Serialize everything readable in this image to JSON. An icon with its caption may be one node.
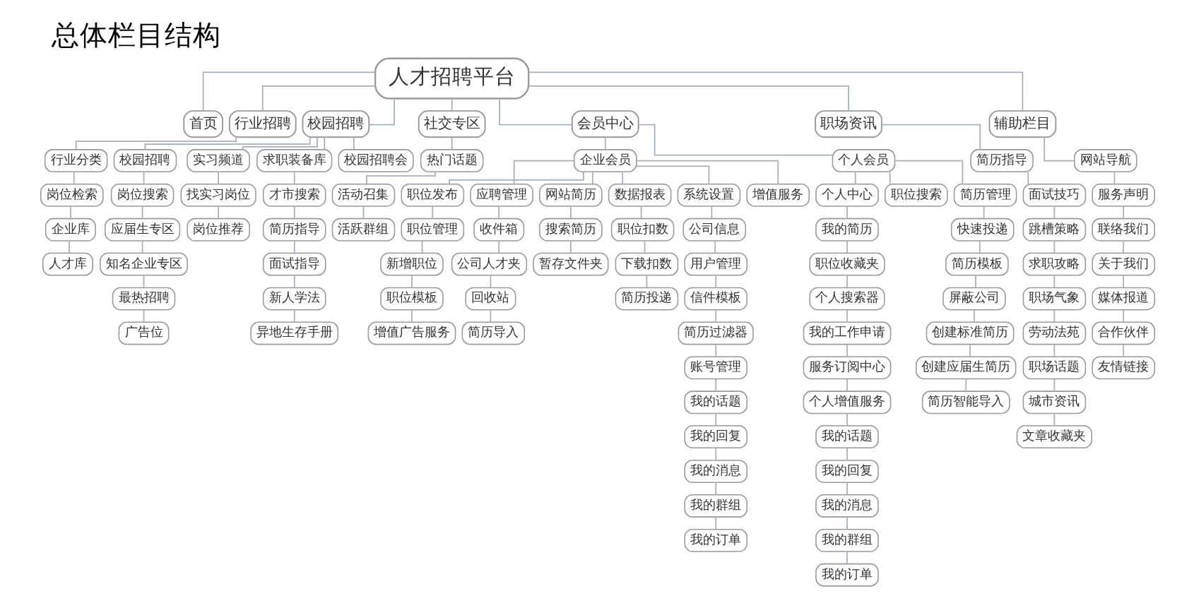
{
  "diagram": {
    "title": "总体栏目结构",
    "nodes": [
      {
        "text": [
          "人才招聘平台"
        ]
      },
      {
        "text": [
          "首页"
        ]
      },
      {
        "text": [
          "行业招聘"
        ]
      },
      {
        "text": [
          "行业分类"
        ]
      },
      {
        "text": [
          "岗位检索"
        ]
      },
      {
        "text": [
          "企业库"
        ]
      },
      {
        "text": [
          "人才库"
        ]
      },
      {
        "text": [
          "校园招聘"
        ]
      },
      {
        "text": [
          "校园招聘"
        ]
      },
      {
        "text": [
          "岗位搜索"
        ]
      },
      {
        "text": [
          "应届生专区"
        ]
      },
      {
        "text": [
          "知名企业专区"
        ]
      },
      {
        "text": [
          "最热招聘"
        ]
      },
      {
        "text": [
          "广告位"
        ]
      },
      {
        "text": [
          "实习频道"
        ]
      },
      {
        "text": [
          "找实习岗位"
        ]
      },
      {
        "text": [
          "岗位推荐"
        ]
      },
      {
        "text": [
          "求职装备库"
        ]
      },
      {
        "text": [
          "才市搜索"
        ]
      },
      {
        "text": [
          "简历指导"
        ]
      },
      {
        "text": [
          "面试指导"
        ]
      },
      {
        "text": [
          "新人学法"
        ]
      },
      {
        "text": [
          "异地生存手册"
        ]
      },
      {
        "text": [
          "校园招聘会"
        ]
      },
      {
        "text": [
          "社交专区"
        ]
      },
      {
        "text": [
          "热门话题"
        ]
      },
      {
        "text": [
          "活动召集"
        ]
      },
      {
        "text": [
          "活跃群组"
        ]
      },
      {
        "text": [
          "会员中心"
        ]
      },
      {
        "text": [
          "企业会员"
        ]
      },
      {
        "text": [
          "职位发布"
        ]
      },
      {
        "text": [
          "职位管理"
        ]
      },
      {
        "text": [
          "新增职位"
        ]
      },
      {
        "text": [
          "职位模板"
        ]
      },
      {
        "text": [
          "增值广告服务"
        ]
      },
      {
        "text": [
          "应聘管理"
        ]
      },
      {
        "text": [
          "收件箱"
        ]
      },
      {
        "text": [
          "公司人才夹"
        ]
      },
      {
        "text": [
          "回收站"
        ]
      },
      {
        "text": [
          "简历导入"
        ]
      },
      {
        "text": [
          "网站简历"
        ]
      },
      {
        "text": [
          "搜索简历"
        ]
      },
      {
        "text": [
          "暂存文件夹"
        ]
      },
      {
        "text": [
          "数据报表"
        ]
      },
      {
        "text": [
          "职位扣数"
        ]
      },
      {
        "text": [
          "下载扣数"
        ]
      },
      {
        "text": [
          "简历投递"
        ]
      },
      {
        "text": [
          "系统设置"
        ]
      },
      {
        "text": [
          "公司信息"
        ]
      },
      {
        "text": [
          "用户管理"
        ]
      },
      {
        "text": [
          "信件模板"
        ]
      },
      {
        "text": [
          "简历过滤器"
        ]
      },
      {
        "text": [
          "账号管理"
        ]
      },
      {
        "text": [
          "我的话题"
        ]
      },
      {
        "text": [
          "我的回复"
        ]
      },
      {
        "text": [
          "我的消息"
        ]
      },
      {
        "text": [
          "我的群组"
        ]
      },
      {
        "text": [
          "我的订单"
        ]
      },
      {
        "text": [
          "增值服务"
        ]
      },
      {
        "text": [
          "个人会员"
        ]
      },
      {
        "text": [
          "个人中心"
        ]
      },
      {
        "text": [
          "我的简历"
        ]
      },
      {
        "text": [
          "职位收藏夹"
        ]
      },
      {
        "text": [
          "个人搜索器"
        ]
      },
      {
        "text": [
          "我的工作申请"
        ]
      },
      {
        "text": [
          "服务订阅中心"
        ]
      },
      {
        "text": [
          "个人增值服务"
        ]
      },
      {
        "text": [
          "我的话题"
        ]
      },
      {
        "text": [
          "我的回复"
        ]
      },
      {
        "text": [
          "我的消息"
        ]
      },
      {
        "text": [
          "我的群组"
        ]
      },
      {
        "text": [
          "我的订单"
        ]
      },
      {
        "text": [
          "职位搜索"
        ]
      },
      {
        "text": [
          "简历管理"
        ]
      },
      {
        "text": [
          "快速投递"
        ]
      },
      {
        "text": [
          "简历模板"
        ]
      },
      {
        "text": [
          "屏蔽公司"
        ]
      },
      {
        "text": [
          "创建标准简历"
        ]
      },
      {
        "text": [
          "创建应届生简历"
        ]
      },
      {
        "text": [
          "简历智能导入"
        ]
      },
      {
        "text": [
          "职场资讯"
        ]
      },
      {
        "text": [
          "简历指导"
        ]
      },
      {
        "text": [
          "面试技巧"
        ]
      },
      {
        "text": [
          "跳槽策略"
        ]
      },
      {
        "text": [
          "求职攻略"
        ]
      },
      {
        "text": [
          "职场气象"
        ]
      },
      {
        "text": [
          "劳动法苑"
        ]
      },
      {
        "text": [
          "职场话题"
        ]
      },
      {
        "text": [
          "城市资讯"
        ]
      },
      {
        "text": [
          "文章收藏夹"
        ]
      },
      {
        "text": [
          "辅助栏目"
        ]
      },
      {
        "text": [
          "网站导航"
        ]
      },
      {
        "text": [
          "服务声明"
        ]
      },
      {
        "text": [
          "联络我们"
        ]
      },
      {
        "text": [
          "关于我们"
        ]
      },
      {
        "text": [
          "媒体报道"
        ]
      },
      {
        "text": [
          "合作伙伴"
        ]
      },
      {
        "text": [
          "友情链接"
        ]
      }
    ],
    "edges": [
      {
        "from": 0,
        "to": 1,
        "arrow": "none"
      },
      {
        "from": 0,
        "to": 2,
        "arrow": "none"
      },
      {
        "from": 0,
        "to": 7,
        "arrow": "none"
      },
      {
        "from": 0,
        "to": 24,
        "arrow": "none"
      },
      {
        "from": 0,
        "to": 28,
        "arrow": "none"
      },
      {
        "from": 0,
        "to": 80,
        "arrow": "none"
      },
      {
        "from": 0,
        "to": 90,
        "arrow": "none"
      },
      {
        "from": 2,
        "to": 3,
        "arrow": "none"
      },
      {
        "from": 3,
        "to": 4,
        "arrow": "none"
      },
      {
        "from": 4,
        "to": 5,
        "arrow": "none"
      },
      {
        "from": 5,
        "to": 6,
        "arrow": "none"
      },
      {
        "from": 7,
        "to": 8,
        "arrow": "none"
      },
      {
        "from": 7,
        "to": 14,
        "arrow": "none"
      },
      {
        "from": 7,
        "to": 17,
        "arrow": "none"
      },
      {
        "from": 7,
        "to": 23,
        "arrow": "none"
      },
      {
        "from": 8,
        "to": 9,
        "arrow": "none"
      },
      {
        "from": 9,
        "to": 10,
        "arrow": "none"
      },
      {
        "from": 10,
        "to": 11,
        "arrow": "none"
      },
      {
        "from": 11,
        "to": 12,
        "arrow": "none"
      },
      {
        "from": 12,
        "to": 13,
        "arrow": "none"
      },
      {
        "from": 14,
        "to": 15,
        "arrow": "none"
      },
      {
        "from": 15,
        "to": 16,
        "arrow": "none"
      },
      {
        "from": 17,
        "to": 18,
        "arrow": "none"
      },
      {
        "from": 18,
        "to": 19,
        "arrow": "none"
      },
      {
        "from": 19,
        "to": 20,
        "arrow": "none"
      },
      {
        "from": 20,
        "to": 21,
        "arrow": "none"
      },
      {
        "from": 21,
        "to": 22,
        "arrow": "none"
      },
      {
        "from": 24,
        "to": 25,
        "arrow": "none"
      },
      {
        "from": 25,
        "to": 26,
        "arrow": "none"
      },
      {
        "from": 26,
        "to": 27,
        "arrow": "none"
      },
      {
        "from": 28,
        "to": 29,
        "arrow": "none"
      },
      {
        "from": 28,
        "to": 59,
        "arrow": "none"
      },
      {
        "from": 29,
        "to": 30,
        "arrow": "none"
      },
      {
        "from": 29,
        "to": 35,
        "arrow": "none"
      },
      {
        "from": 29,
        "to": 40,
        "arrow": "none"
      },
      {
        "from": 29,
        "to": 43,
        "arrow": "none"
      },
      {
        "from": 29,
        "to": 47,
        "arrow": "none"
      },
      {
        "from": 29,
        "to": 58,
        "arrow": "none"
      },
      {
        "from": 30,
        "to": 31,
        "arrow": "none"
      },
      {
        "from": 31,
        "to": 32,
        "arrow": "none"
      },
      {
        "from": 32,
        "to": 33,
        "arrow": "none"
      },
      {
        "from": 33,
        "to": 34,
        "arrow": "none"
      },
      {
        "from": 35,
        "to": 36,
        "arrow": "none"
      },
      {
        "from": 36,
        "to": 37,
        "arrow": "none"
      },
      {
        "from": 37,
        "to": 38,
        "arrow": "none"
      },
      {
        "from": 38,
        "to": 39,
        "arrow": "none"
      },
      {
        "from": 40,
        "to": 41,
        "arrow": "none"
      },
      {
        "from": 41,
        "to": 42,
        "arrow": "none"
      },
      {
        "from": 43,
        "to": 44,
        "arrow": "none"
      },
      {
        "from": 44,
        "to": 45,
        "arrow": "none"
      },
      {
        "from": 45,
        "to": 46,
        "arrow": "none"
      },
      {
        "from": 47,
        "to": 48,
        "arrow": "none"
      },
      {
        "from": 48,
        "to": 49,
        "arrow": "none"
      },
      {
        "from": 49,
        "to": 50,
        "arrow": "none"
      },
      {
        "from": 50,
        "to": 51,
        "arrow": "none"
      },
      {
        "from": 51,
        "to": 52,
        "arrow": "none"
      },
      {
        "from": 52,
        "to": 53,
        "arrow": "none"
      },
      {
        "from": 53,
        "to": 54,
        "arrow": "none"
      },
      {
        "from": 54,
        "to": 55,
        "arrow": "none"
      },
      {
        "from": 55,
        "to": 56,
        "arrow": "none"
      },
      {
        "from": 56,
        "to": 57,
        "arrow": "none"
      },
      {
        "from": 59,
        "to": 60,
        "arrow": "none"
      },
      {
        "from": 59,
        "to": 72,
        "arrow": "none"
      },
      {
        "from": 59,
        "to": 73,
        "arrow": "none"
      },
      {
        "from": 60,
        "to": 61,
        "arrow": "none"
      },
      {
        "from": 61,
        "to": 62,
        "arrow": "none"
      },
      {
        "from": 62,
        "to": 63,
        "arrow": "none"
      },
      {
        "from": 63,
        "to": 64,
        "arrow": "none"
      },
      {
        "from": 64,
        "to": 65,
        "arrow": "none"
      },
      {
        "from": 65,
        "to": 66,
        "arrow": "none"
      },
      {
        "from": 66,
        "to": 67,
        "arrow": "none"
      },
      {
        "from": 67,
        "to": 68,
        "arrow": "none"
      },
      {
        "from": 68,
        "to": 69,
        "arrow": "none"
      },
      {
        "from": 69,
        "to": 70,
        "arrow": "none"
      },
      {
        "from": 70,
        "to": 71,
        "arrow": "none"
      },
      {
        "from": 73,
        "to": 74,
        "arrow": "none"
      },
      {
        "from": 74,
        "to": 75,
        "arrow": "none"
      },
      {
        "from": 75,
        "to": 76,
        "arrow": "none"
      },
      {
        "from": 76,
        "to": 77,
        "arrow": "none"
      },
      {
        "from": 77,
        "to": 78,
        "arrow": "none"
      },
      {
        "from": 78,
        "to": 79,
        "arrow": "none"
      },
      {
        "from": 80,
        "to": 81,
        "arrow": "none"
      },
      {
        "from": 81,
        "to": 82,
        "arrow": "none"
      },
      {
        "from": 82,
        "to": 83,
        "arrow": "none"
      },
      {
        "from": 83,
        "to": 84,
        "arrow": "none"
      },
      {
        "from": 84,
        "to": 85,
        "arrow": "none"
      },
      {
        "from": 85,
        "to": 86,
        "arrow": "none"
      },
      {
        "from": 86,
        "to": 87,
        "arrow": "none"
      },
      {
        "from": 87,
        "to": 88,
        "arrow": "none"
      },
      {
        "from": 88,
        "to": 89,
        "arrow": "none"
      },
      {
        "from": 90,
        "to": 91,
        "arrow": "none"
      },
      {
        "from": 91,
        "to": 92,
        "arrow": "none"
      },
      {
        "from": 92,
        "to": 93,
        "arrow": "none"
      },
      {
        "from": 93,
        "to": 94,
        "arrow": "none"
      },
      {
        "from": 94,
        "to": 95,
        "arrow": "none"
      },
      {
        "from": 95,
        "to": 96,
        "arrow": "none"
      },
      {
        "from": 96,
        "to": 97,
        "arrow": "none"
      }
    ]
  }
}
